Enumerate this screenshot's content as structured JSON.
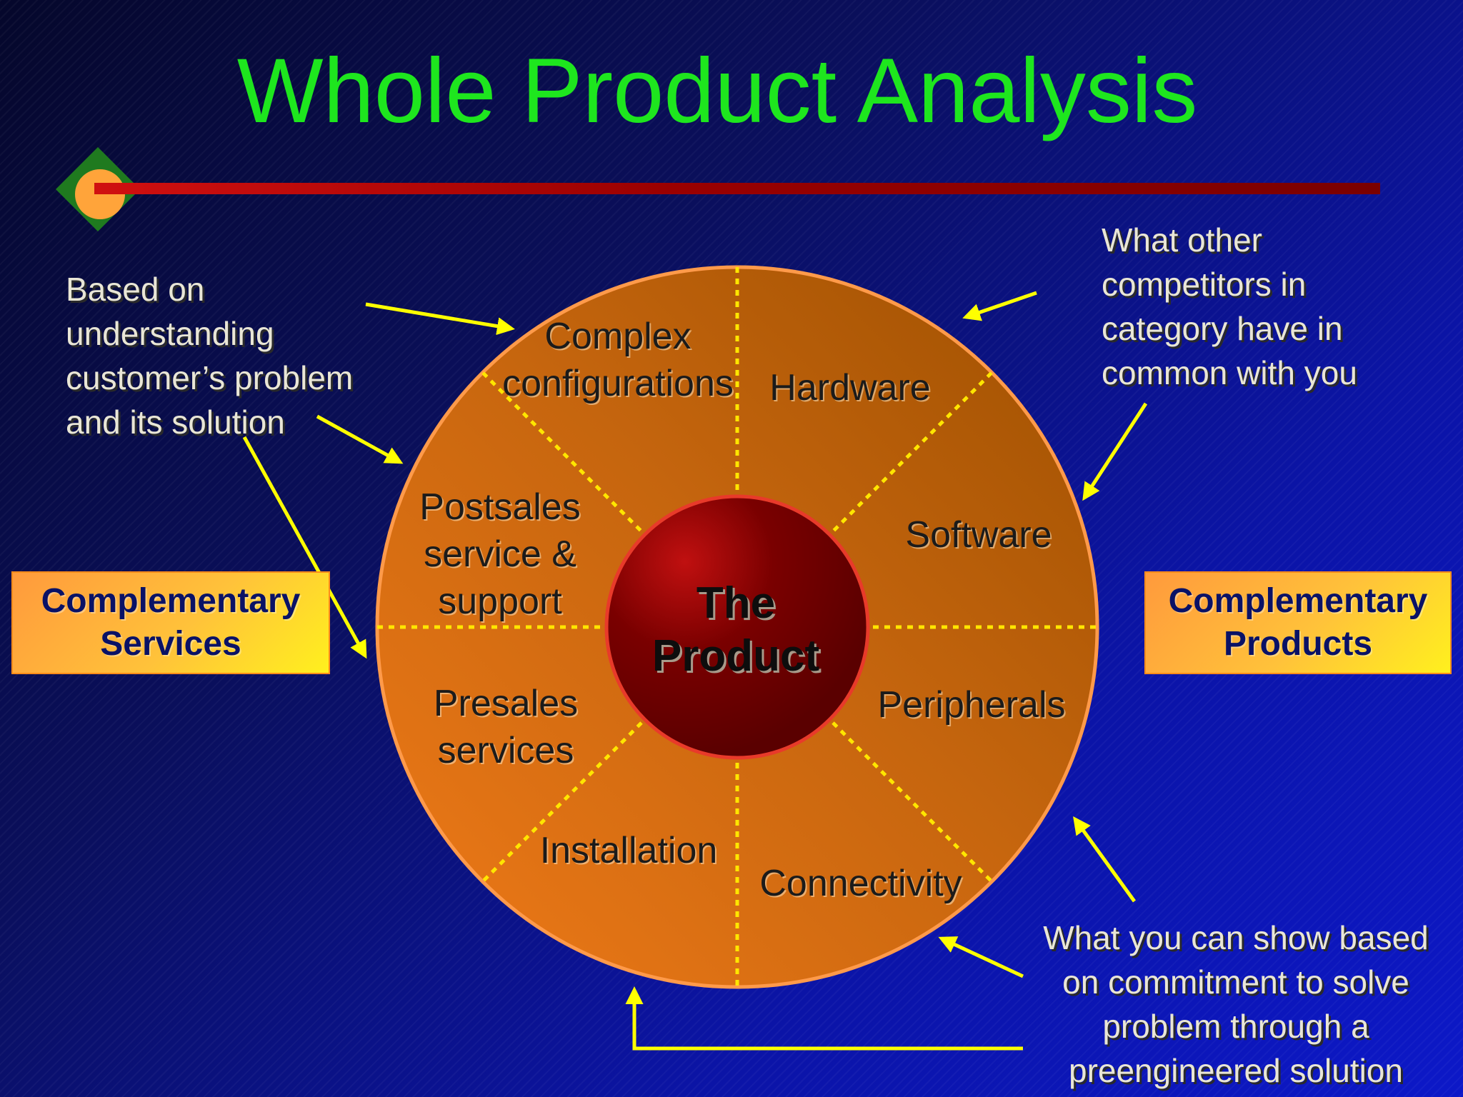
{
  "title": "Whole Product Analysis",
  "center": {
    "line1": "The",
    "line2": "Product"
  },
  "segments": {
    "complex": [
      "Complex",
      "configurations"
    ],
    "hardware": "Hardware",
    "software": "Software",
    "peripherals": "Peripherals",
    "connectivity": "Connectivity",
    "installation": "Installation",
    "presales": [
      "Presales",
      "services"
    ],
    "postsales": [
      "Postsales",
      "service &",
      "support"
    ]
  },
  "boxes": {
    "services": [
      "Complementary",
      "Services"
    ],
    "products": [
      "Complementary",
      "Products"
    ]
  },
  "notes": {
    "left": [
      "Based on",
      "understanding",
      "customer’s problem",
      "and its solution"
    ],
    "right_top": [
      "What other",
      "competitors in",
      "category have in",
      "common with you"
    ],
    "bottom": [
      "What you can show based",
      "on commitment to solve",
      "problem through a",
      "preengineered solution"
    ]
  },
  "colors": {
    "background": "#0a0f6c",
    "title": "#1ee61e",
    "ring": "#e8761c",
    "core": "#6e0000",
    "dividers": "#ffe600",
    "arrows": "#ffff00",
    "accent_bar": "#8b0000",
    "box_text": "#0a1266"
  },
  "icons": {
    "bullet": "diamond-circle-bullet-icon"
  }
}
